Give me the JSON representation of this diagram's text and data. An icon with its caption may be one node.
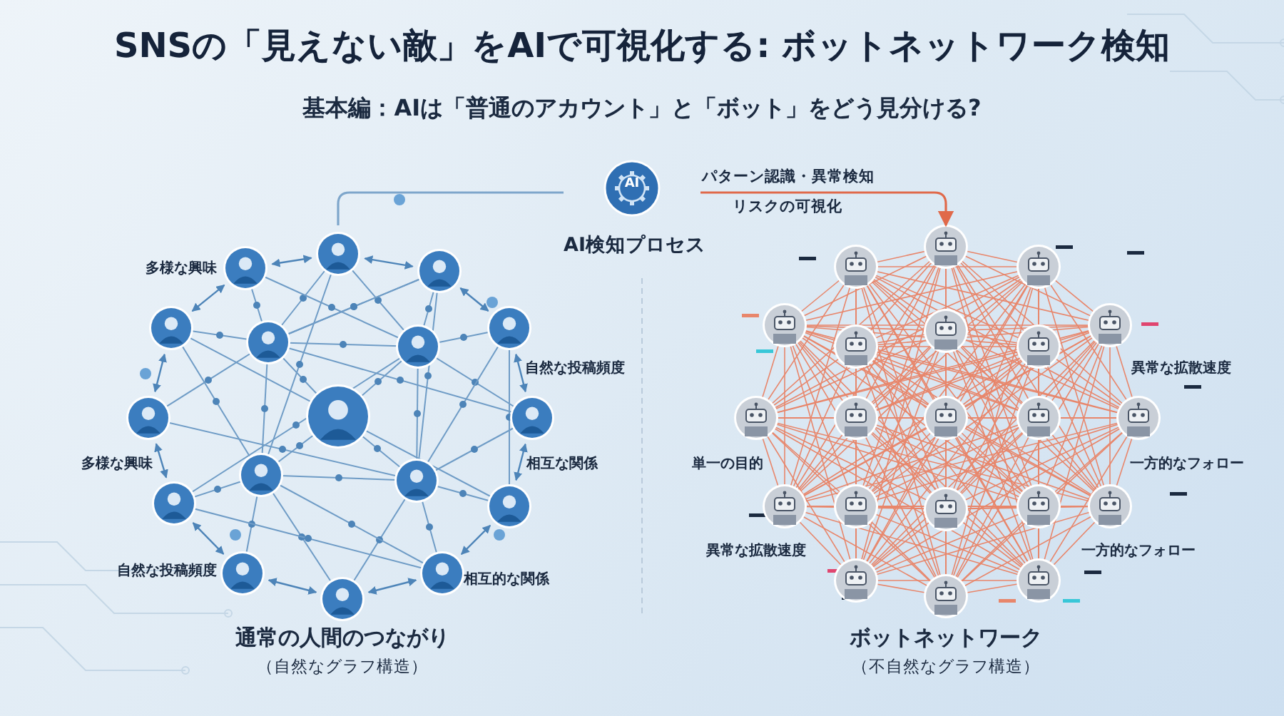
{
  "diagram": {
    "title": "SNSの「見えない敵」をAIで可視化する: ボットネットワーク検知",
    "caption": "基本編：AIは「普通のアカウント」と「ボット」をどう見分ける?",
    "nodes": [
      {
        "text": [
          "通常の人間のつながり",
          "（自然なグラフ構造）"
        ]
      },
      {
        "text": [
          "AI",
          "AI検知プロセス"
        ]
      },
      {
        "text": [
          "ボットネットワーク",
          "（不自然なグラフ構造）"
        ]
      }
    ],
    "edges": [
      {
        "from": 0,
        "to": 1,
        "arrow": "none"
      },
      {
        "from": 1,
        "to": 2,
        "arrow": "to",
        "label": "パターン認識・異常検知",
        "color": "#e0694a"
      }
    ],
    "labels": [
      "リスクの可視化",
      "多様な興味",
      "自然な投稿頻度",
      "異常な拡散速度",
      "多様な興味",
      "相互な関係",
      "単一の目的",
      "一方的なフォロー",
      "異常な拡散速度",
      "一方的なフォロー",
      "自然な投稿頻度",
      "相互的な関係"
    ]
  }
}
